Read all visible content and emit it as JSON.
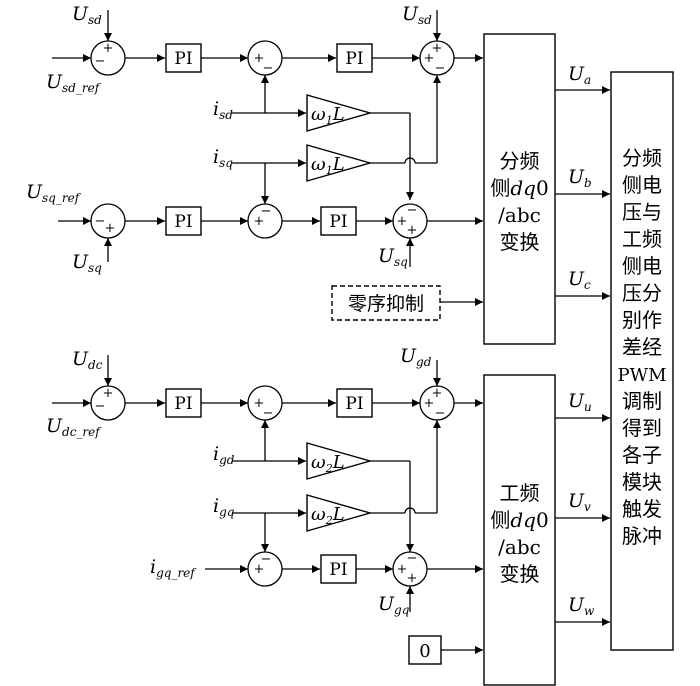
{
  "blocks": {
    "pi": "PI",
    "zero_const": "0",
    "zero_seq": "零序抑制",
    "gain_1": {
      "omega": "ω",
      "sub": "1",
      "L": "L"
    },
    "gain_2": {
      "omega": "ω",
      "sub": "2",
      "L": "L"
    },
    "transform_split": {
      "line1": "分频",
      "line2_pre": "侧",
      "line2_dq": "dq",
      "line2_post": "0",
      "line3": "/abc",
      "line4": "变换"
    },
    "transform_grid": {
      "line1": "工频",
      "line2_pre": "侧",
      "line2_dq": "dq",
      "line2_post": "0",
      "line3": "/abc",
      "line4": "变换"
    },
    "pwm_lines": [
      "分频",
      "侧电",
      "压与",
      "工频",
      "侧电",
      "压分",
      "别作",
      "差经",
      "PWM",
      "调制",
      "得到",
      "各子",
      "模块",
      "触发",
      "脉冲"
    ]
  },
  "signals": {
    "Usd": {
      "main": "U",
      "sub": "sd"
    },
    "Usd_ref": {
      "main": "U",
      "sub": "sd_ref"
    },
    "Usq": {
      "main": "U",
      "sub": "sq"
    },
    "Usq_ref": {
      "main": "U",
      "sub": "sq_ref"
    },
    "isd": {
      "main": "i",
      "sub": "sd"
    },
    "isq": {
      "main": "i",
      "sub": "sq"
    },
    "Udc": {
      "main": "U",
      "sub": "dc"
    },
    "Udc_ref": {
      "main": "U",
      "sub": "dc_ref"
    },
    "Ugd": {
      "main": "U",
      "sub": "gd"
    },
    "Ugq": {
      "main": "U",
      "sub": "gq"
    },
    "igd": {
      "main": "i",
      "sub": "gd"
    },
    "igq": {
      "main": "i",
      "sub": "gq"
    },
    "igq_ref": {
      "main": "i",
      "sub": "gq_ref"
    }
  },
  "outputs": {
    "Ua": {
      "main": "U",
      "sub": "a"
    },
    "Ub": {
      "main": "U",
      "sub": "b"
    },
    "Uc": {
      "main": "U",
      "sub": "c"
    },
    "Uu": {
      "main": "U",
      "sub": "u"
    },
    "Uv": {
      "main": "U",
      "sub": "v"
    },
    "Uw": {
      "main": "U",
      "sub": "w"
    }
  },
  "signs": {
    "plus": "+",
    "minus": "−"
  }
}
